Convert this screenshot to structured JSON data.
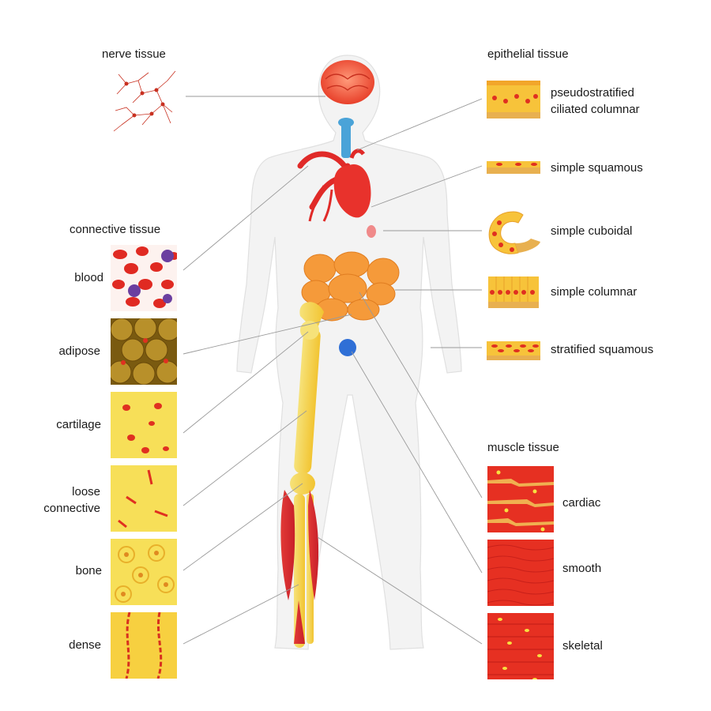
{
  "headings": {
    "nerve": "nerve tissue",
    "connective": "connective tissue",
    "epithelial": "epithelial tissue",
    "muscle": "muscle tissue"
  },
  "connective": [
    "blood",
    "adipose",
    "cartilage",
    "loose connective",
    "bone",
    "dense"
  ],
  "connective_loose_lines": [
    "loose",
    "connective"
  ],
  "epithelial": {
    "pseudo_line1": "pseudostratified",
    "pseudo_line2": "ciliated columnar",
    "simple_squamous": "simple squamous",
    "simple_cuboidal": "simple cuboidal",
    "simple_columnar": "simple columnar",
    "stratified_squamous": "stratified squamous"
  },
  "muscle": [
    "cardiac",
    "smooth",
    "skeletal"
  ],
  "colors": {
    "tissue_yellow": "#f7d83a",
    "tissue_red": "#e12b1c",
    "blood_purple": "#6b3fa0",
    "organ_orange": "#f59a3a",
    "bladder_blue": "#2f6fd6",
    "trachea_blue": "#4aa3d8",
    "leader_gray": "#9a9a9a"
  }
}
